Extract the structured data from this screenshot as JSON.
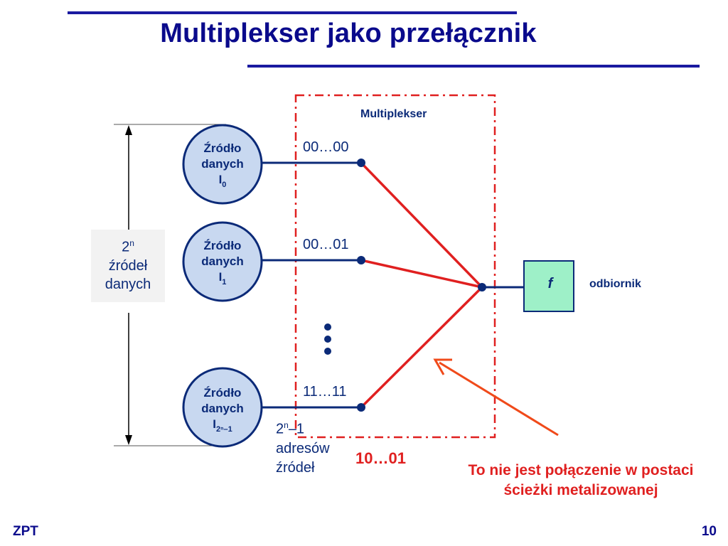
{
  "title": "Multiplekser jako przełącznik",
  "mux_label": "Multiplekser",
  "sources": [
    {
      "line1": "Źródło",
      "line2": "danych",
      "name": "I",
      "subscript": "0",
      "address": "00…00"
    },
    {
      "line1": "Źródło",
      "line2": "danych",
      "name": "I",
      "subscript": "1",
      "address": "00…01"
    },
    {
      "line1": "Źródło",
      "line2": "danych",
      "name": "I",
      "subscript": "2ⁿ–1",
      "address": "11…11"
    }
  ],
  "count_box": {
    "base": "2",
    "exp": "n",
    "line2": "źródeł",
    "line3": "danych"
  },
  "addr_count": {
    "base": "2",
    "exp": "n",
    "suffix": "–1",
    "line2": "adresów",
    "line3": "źródeł"
  },
  "red_address": "10…01",
  "function_label": "f",
  "receiver_label": "odbiornik",
  "note": {
    "line1": "To nie jest połączenie w postaci",
    "line2": "ścieżki metalizowanej"
  },
  "footer": {
    "left": "ZPT",
    "page": "10"
  },
  "colors": {
    "title": "#0a0a8c",
    "wire": "#0b2a78",
    "red": "#e02020",
    "source_fill": "#c8d8f0",
    "receiver_fill": "#9ef0c8",
    "arrow": "#f04a1a"
  }
}
